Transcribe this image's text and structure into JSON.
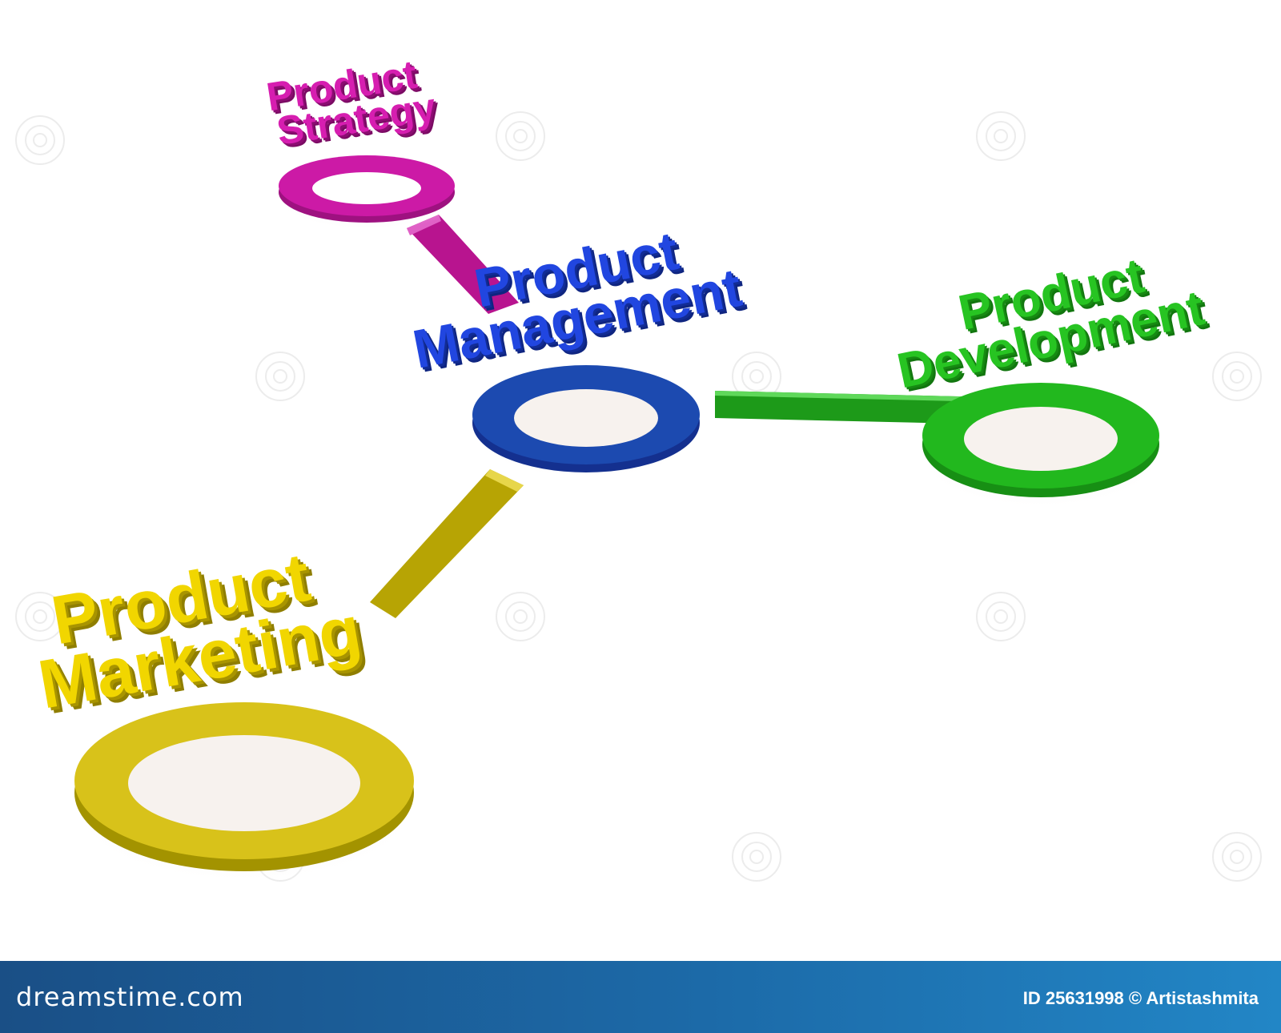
{
  "colors": {
    "strategy": "#cc1aa6",
    "management": "#1c3fd6",
    "development": "#22b81e",
    "marketing": "#e6c800",
    "footer": "#1c6aa8"
  },
  "nodes": {
    "strategy": {
      "line1": "Product",
      "line2": "Strategy"
    },
    "management": {
      "line1": "Product",
      "line2": "Management"
    },
    "development": {
      "line1": "Product",
      "line2": "Development"
    },
    "marketing": {
      "line1": "Product",
      "line2": "Marketing"
    }
  },
  "footer": {
    "brand": "dreamstime.com",
    "id_credit": "ID 25631998 © Artistashmita"
  },
  "icons": [
    "watermark-spiral-icon"
  ]
}
